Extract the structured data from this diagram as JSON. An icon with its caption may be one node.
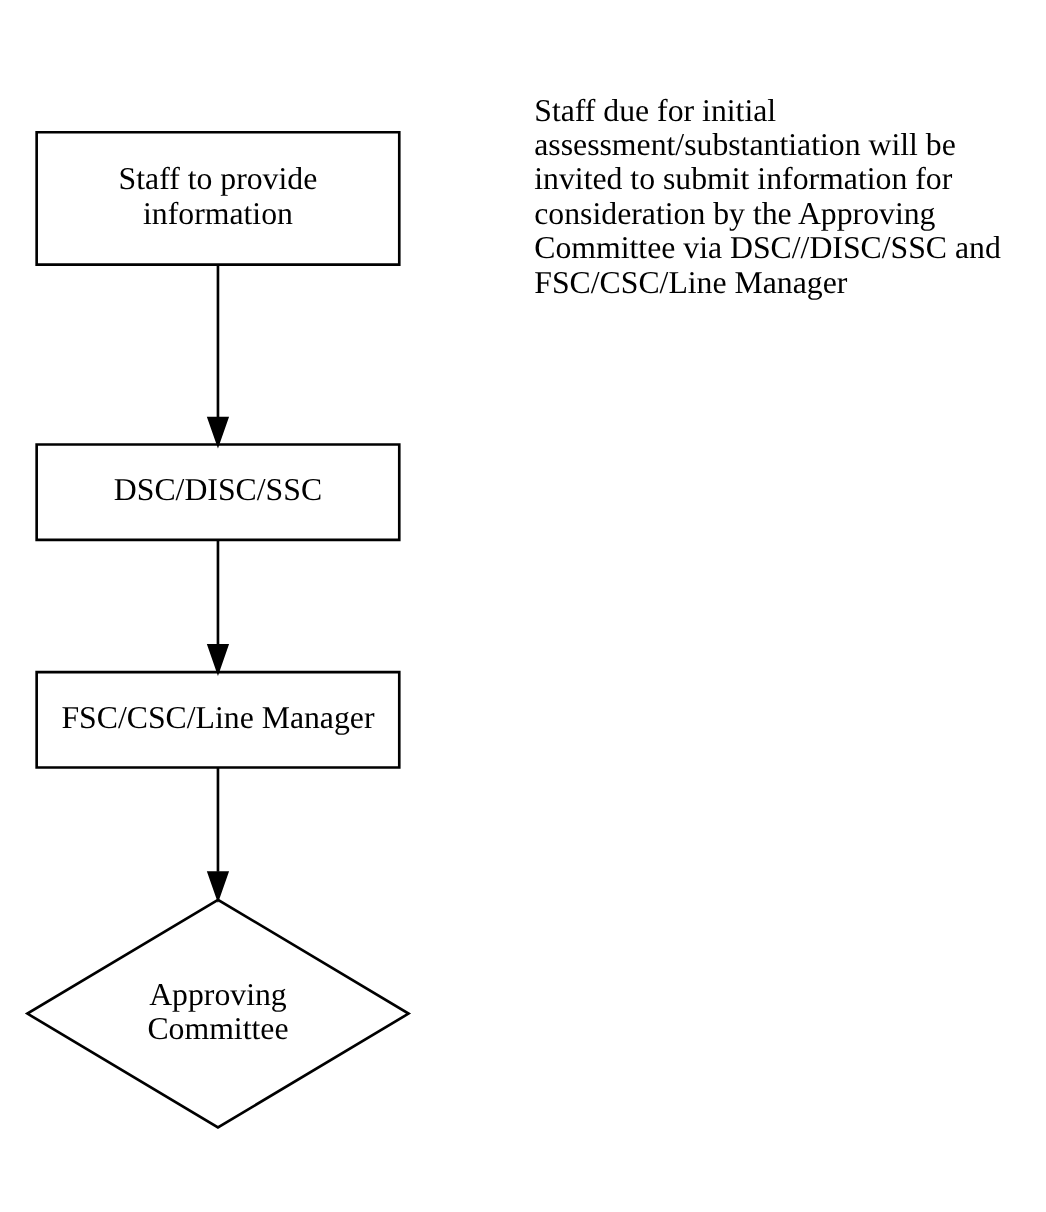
{
  "diagram": {
    "nodes": [
      {
        "text": [
          "Staff to provide information"
        ]
      },
      {
        "text": [
          "DSC/DISC/SSC"
        ]
      },
      {
        "text": [
          "FSC/CSC/Line Manager"
        ]
      },
      {
        "text": [
          "Approving Committee"
        ]
      }
    ],
    "edges": [
      {
        "from": 0,
        "to": 1,
        "arrow": "to"
      },
      {
        "from": 1,
        "to": 2,
        "arrow": "to"
      },
      {
        "from": 2,
        "to": 3,
        "arrow": "to"
      }
    ],
    "labels": [
      "Staff due for initial assessment/substantiation will be invited to submit information for consideration by the Approving Committee via DSC//DISC/SSC and FSC/CSC/Line Manager"
    ]
  }
}
